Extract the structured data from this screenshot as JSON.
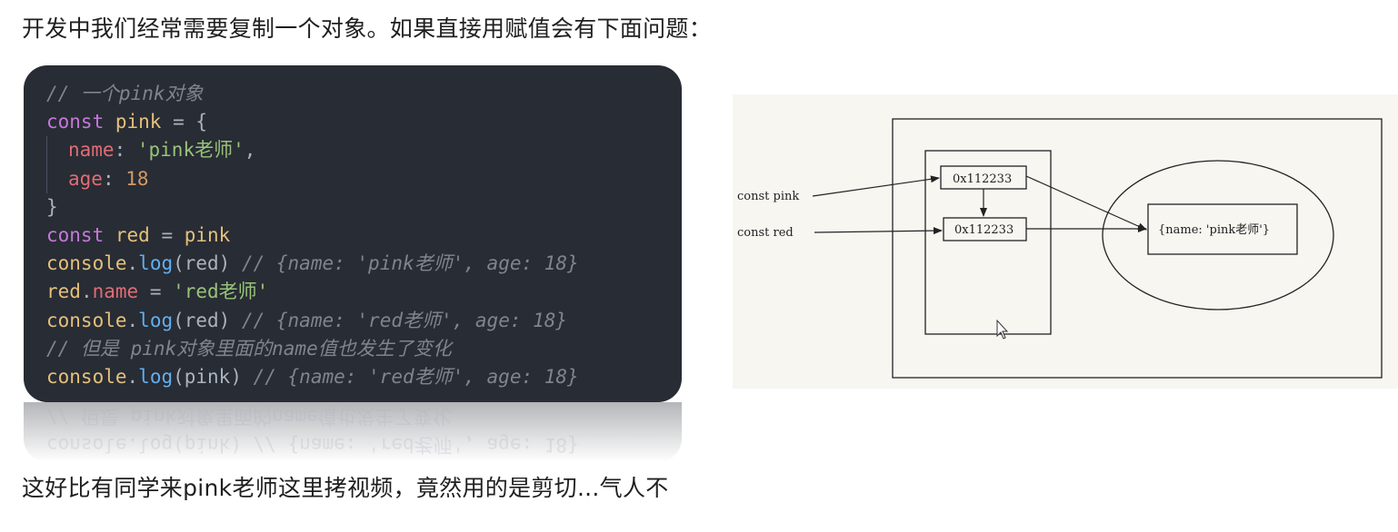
{
  "intro_text": "开发中我们经常需要复制一个对象。如果直接用赋值会有下面问题：",
  "outro_text": "这好比有同学来pink老师这里拷视频，竟然用的是剪切...气人不",
  "code": {
    "line1": "// 一个pink对象",
    "line2_kw": "const",
    "line2_var": "pink",
    "line2_op": " = {",
    "line3_prop": "name",
    "line3_colon": ": ",
    "line3_str": "'pink老师'",
    "line3_comma": ",",
    "line4_prop": "age",
    "line4_colon": ": ",
    "line4_num": "18",
    "line5": "}",
    "line6_kw": "const",
    "line6_var": "red",
    "line6_op": " = ",
    "line6_var2": "pink",
    "line7_con": "console",
    "line7_dot": ".",
    "line7_fn": "log",
    "line7_args": "(red)",
    "line7_cm": " // {name: 'pink老师', age: 18}",
    "line8_obj": "red",
    "line8_dot": ".",
    "line8_prop": "name",
    "line8_op": " = ",
    "line8_str": "'red老师'",
    "line9_con": "console",
    "line9_dot": ".",
    "line9_fn": "log",
    "line9_args": "(red)",
    "line9_cm": " // {name: 'red老师', age: 18}",
    "line10": "// 但是 pink对象里面的name值也发生了变化",
    "line11_con": "console",
    "line11_dot": ".",
    "line11_fn": "log",
    "line11_args": "(pink)",
    "line11_cm": " // {name: 'red老师', age: 18}"
  },
  "diagram": {
    "label_pink": "const pink",
    "label_red": "const red",
    "addr_pink": "0x112233",
    "addr_red": "0x112233",
    "heap_object": "{name: 'pink老师'}"
  }
}
